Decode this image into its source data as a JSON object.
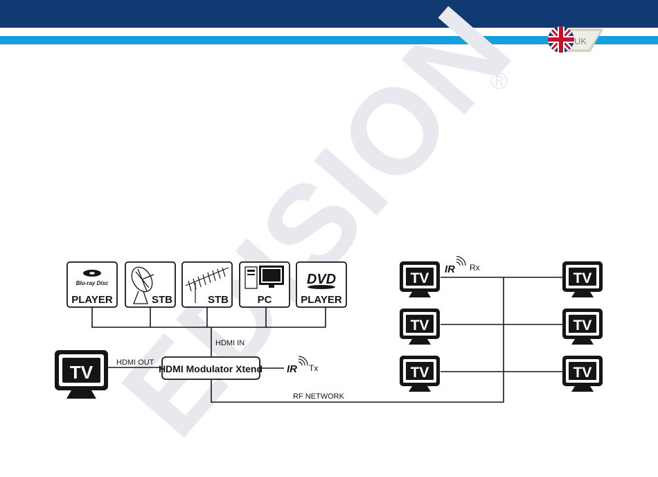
{
  "header": {
    "language_code": "UK",
    "accent_dark": "#123a72",
    "accent_light": "#169fdd",
    "flag_icon": "uk-flag-icon"
  },
  "watermark": {
    "text": "EDISION",
    "registered_mark": "®"
  },
  "sources": [
    {
      "id": "bluray",
      "logo_text": "Blu-ray Disc",
      "label": "PLAYER",
      "icon": "bluray-icon"
    },
    {
      "id": "sat-stb",
      "label": "STB",
      "icon": "satellite-dish-icon"
    },
    {
      "id": "ant-stb",
      "label": "STB",
      "icon": "antenna-icon"
    },
    {
      "id": "pc",
      "label": "PC",
      "icon": "computer-icon"
    },
    {
      "id": "dvd",
      "logo_text": "DVD",
      "label": "PLAYER",
      "icon": "dvd-icon"
    }
  ],
  "labels": {
    "hdmi_in": "HDMI IN",
    "hdmi_out": "HDMI OUT",
    "rf_network": "RF NETWORK",
    "modulator": "HDMI Modulator Xtend",
    "ir_tx": "Tx",
    "ir_rx": "Rx",
    "ir": "IR"
  },
  "tv_label": "TV"
}
